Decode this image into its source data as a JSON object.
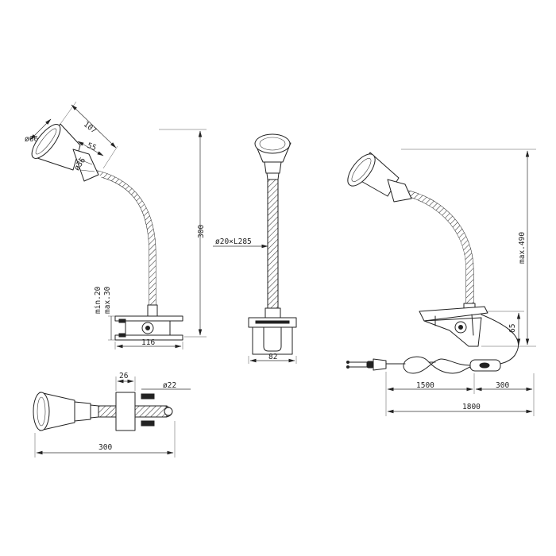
{
  "colors": {
    "line": "#222222",
    "background": "#ffffff"
  },
  "dimensions": {
    "side": {
      "head_length": "107",
      "head_diameter": "ø66",
      "neck_length": "55",
      "neck_diameter": "ø36",
      "height": "300",
      "clip_min": "min.20",
      "clip_max": "max.30",
      "clip_width": "116"
    },
    "front": {
      "gooseneck": "ø20×L285",
      "base_width": "82"
    },
    "top": {
      "clamp_depth": "26",
      "clamp_diameter": "ø22",
      "total_length": "300"
    },
    "cord": {
      "max_height": "max.490",
      "clamp_offset": "65",
      "cable_to_switch": "1500",
      "switch_to_lamp": "300",
      "total_cable": "1800"
    }
  }
}
